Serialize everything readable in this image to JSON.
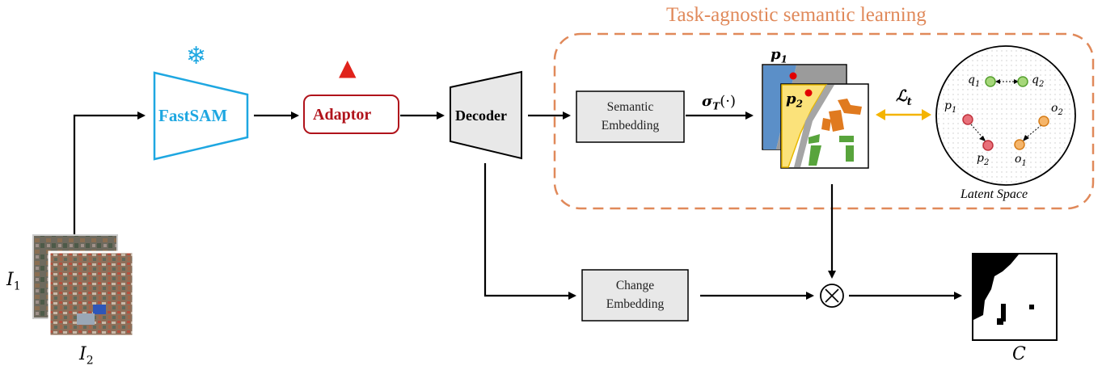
{
  "title": "Task-agnostic semantic learning",
  "blocks": {
    "fastsam": "FastSAM",
    "adaptor": "Adaptor",
    "decoder": "Decoder",
    "semantic_embedding": [
      "Semantic",
      "Embedding"
    ],
    "change_embedding": [
      "Change",
      "Embedding"
    ]
  },
  "math": {
    "sigma": "σ",
    "sigma_sub": "T",
    "sigma_arg": "(·)",
    "loss": "ℒ",
    "loss_sub": "t",
    "multiply": "⊗"
  },
  "inputs": {
    "i1": "I",
    "i1_sub": "1",
    "i2": "I",
    "i2_sub": "2"
  },
  "output": {
    "c": "C"
  },
  "map_points": {
    "p1": "p",
    "p1_sub": "1",
    "p2": "p",
    "p2_sub": "2"
  },
  "latent": {
    "title": "Latent Space",
    "points": [
      {
        "base": "q",
        "sub": "1"
      },
      {
        "base": "q",
        "sub": "2"
      },
      {
        "base": "p",
        "sub": "1"
      },
      {
        "base": "p",
        "sub": "2"
      },
      {
        "base": "o",
        "sub": "2"
      },
      {
        "base": "o",
        "sub": "1"
      }
    ]
  },
  "icons": [
    "snowflake-icon",
    "fire-icon"
  ],
  "colors": {
    "frozen": "#1ea7e1",
    "trainable": "#b0131b",
    "region": "#e0895a",
    "box_fill": "#e8e8e8",
    "loss_arrow": "#f4b400",
    "pair_q": "#a6d77a",
    "pair_p": "#e8707a",
    "pair_o": "#f5b56a"
  }
}
